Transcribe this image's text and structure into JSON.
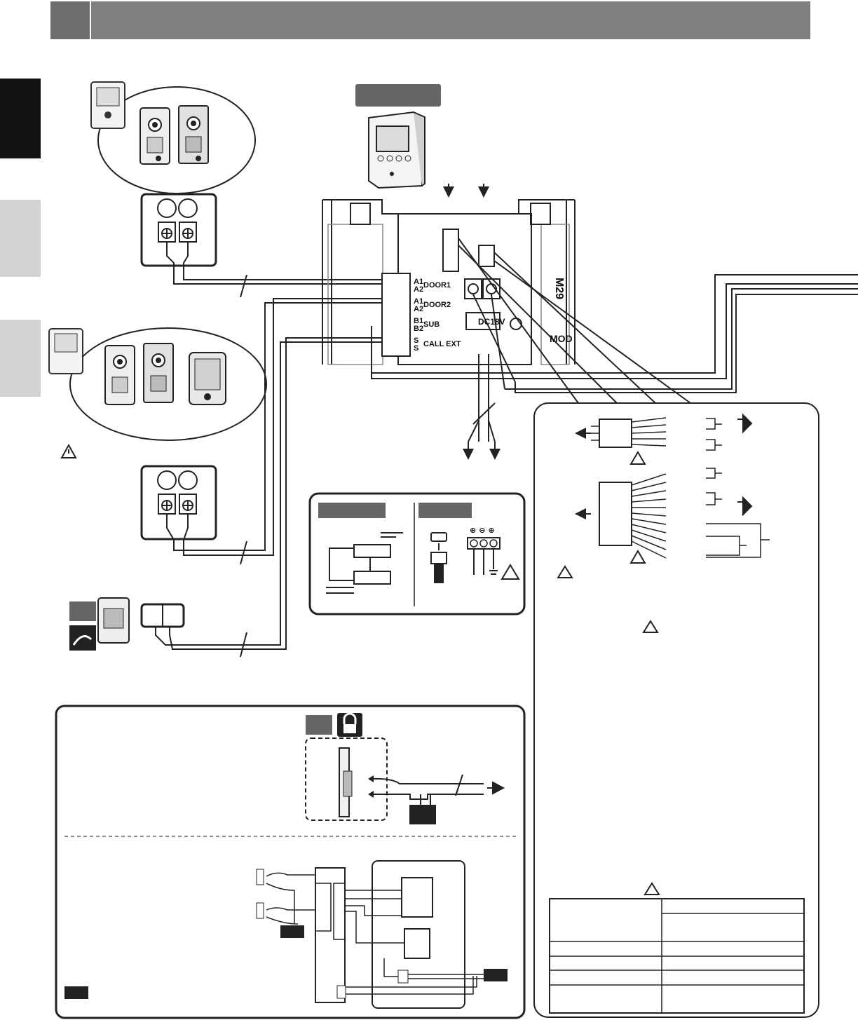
{
  "colors": {
    "header": "#7f7f7f",
    "side_tab_active": "#111111",
    "side_tab_inactive": "#d2d2d2",
    "badge": "#666666",
    "line": "#222222"
  },
  "icons": [
    "warning-icon",
    "lock-icon",
    "right-arrow-icon",
    "down-arrow-icon",
    "plus-screw-icon",
    "ground-icon"
  ],
  "master_terminals": {
    "door1": [
      "A1",
      "A2"
    ],
    "door1_label": "DOOR1",
    "door2": [
      "A1",
      "A2"
    ],
    "door2_label": "DOOR2",
    "sub": [
      "B1",
      "B2"
    ],
    "sub_label": "SUB",
    "call": [
      "S",
      "S"
    ],
    "call_label": "CALL  EXT"
  },
  "power_label": "DC18V",
  "power_symbols": [
    "⊕",
    "⊖",
    "⊕"
  ],
  "side_model_text": "M29",
  "mod_text": "MOD"
}
